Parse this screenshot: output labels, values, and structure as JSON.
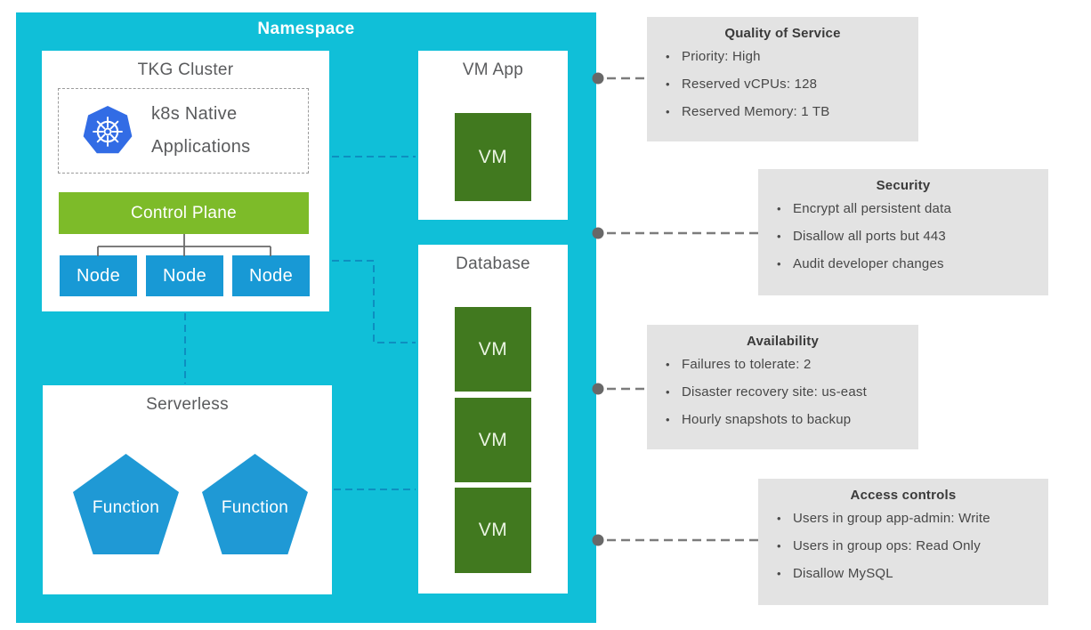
{
  "diagram": {
    "namespace": {
      "label": "Namespace",
      "tkg_cluster": {
        "title": "TKG Cluster",
        "k8s_app_line1": "k8s Native",
        "k8s_app_line2": "Applications",
        "control_plane": "Control Plane",
        "nodes": [
          "Node",
          "Node",
          "Node"
        ]
      },
      "vm_app": {
        "title": "VM App",
        "vm": "VM"
      },
      "database": {
        "title": "Database",
        "vms": [
          "VM",
          "VM",
          "VM"
        ]
      },
      "serverless": {
        "title": "Serverless",
        "functions": [
          "Function",
          "Function"
        ]
      }
    },
    "policies": [
      {
        "title": "Quality of Service",
        "items": [
          "Priority: High",
          "Reserved vCPUs: 128",
          "Reserved Memory: 1 TB"
        ]
      },
      {
        "title": "Security",
        "items": [
          "Encrypt all persistent data",
          "Disallow all ports but 443",
          "Audit developer changes"
        ]
      },
      {
        "title": "Availability",
        "items": [
          "Failures to tolerate: 2",
          "Disaster recovery site: us-east",
          "Hourly snapshots to backup"
        ]
      },
      {
        "title": "Access controls",
        "items": [
          "Users in group app-admin: Write",
          "Users in group ops: Read Only",
          "Disallow MySQL"
        ]
      }
    ],
    "bullet_glyph": "•"
  },
  "colors": {
    "namespace_cyan": "#10BFD8",
    "node_blue": "#1899D5",
    "pentagon_blue": "#1F99D5",
    "control_plane_green": "#7DBB29",
    "vm_green": "#41791F",
    "kubernetes_blue": "#326CE5",
    "policy_box_gray": "#E3E3E3",
    "connector_dash_gray": "#7C7C7C",
    "connector_dot_gray": "#686868",
    "connector_dash_blue": "#0D8FC0"
  }
}
